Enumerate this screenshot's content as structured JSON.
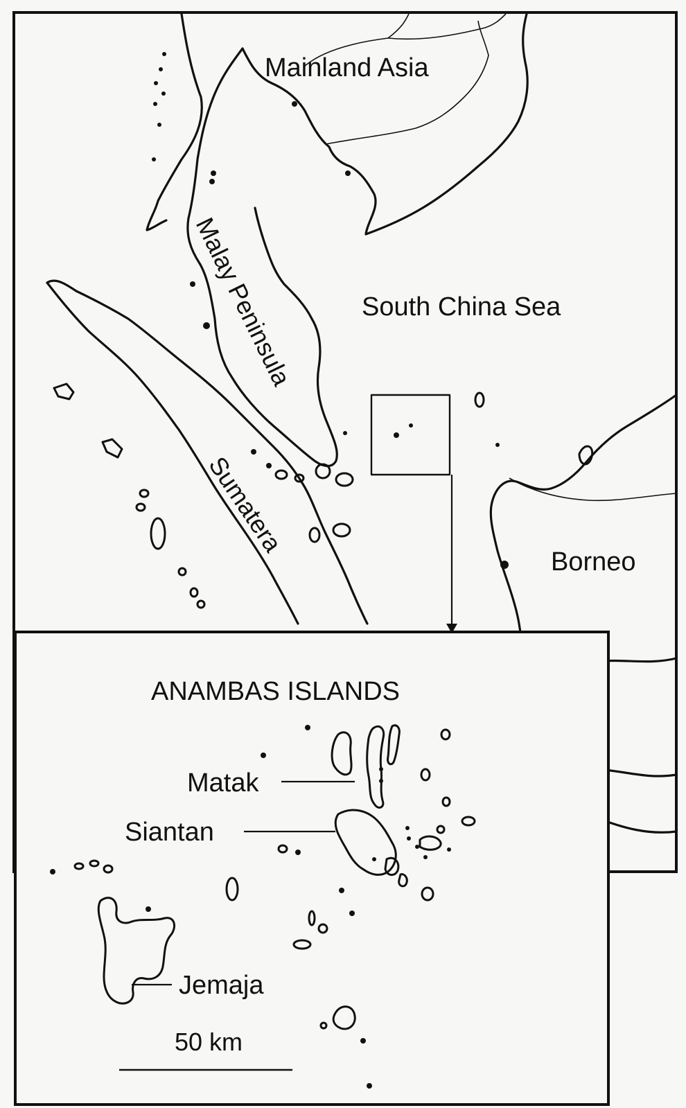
{
  "main_map": {
    "labels": {
      "mainland_asia": "Mainland Asia",
      "south_china_sea": "South China Sea",
      "malay_peninsula": "Malay Peninsula",
      "sumatera": "Sumatera",
      "borneo": "Borneo"
    }
  },
  "inset_map": {
    "title": "ANAMBAS ISLANDS",
    "labels": {
      "matak": "Matak",
      "siantan": "Siantan",
      "jemaja": "Jemaja"
    },
    "scale_bar": {
      "label": "50 km"
    }
  },
  "colors": {
    "ink": "#111111",
    "paper": "#f7f7f5"
  }
}
